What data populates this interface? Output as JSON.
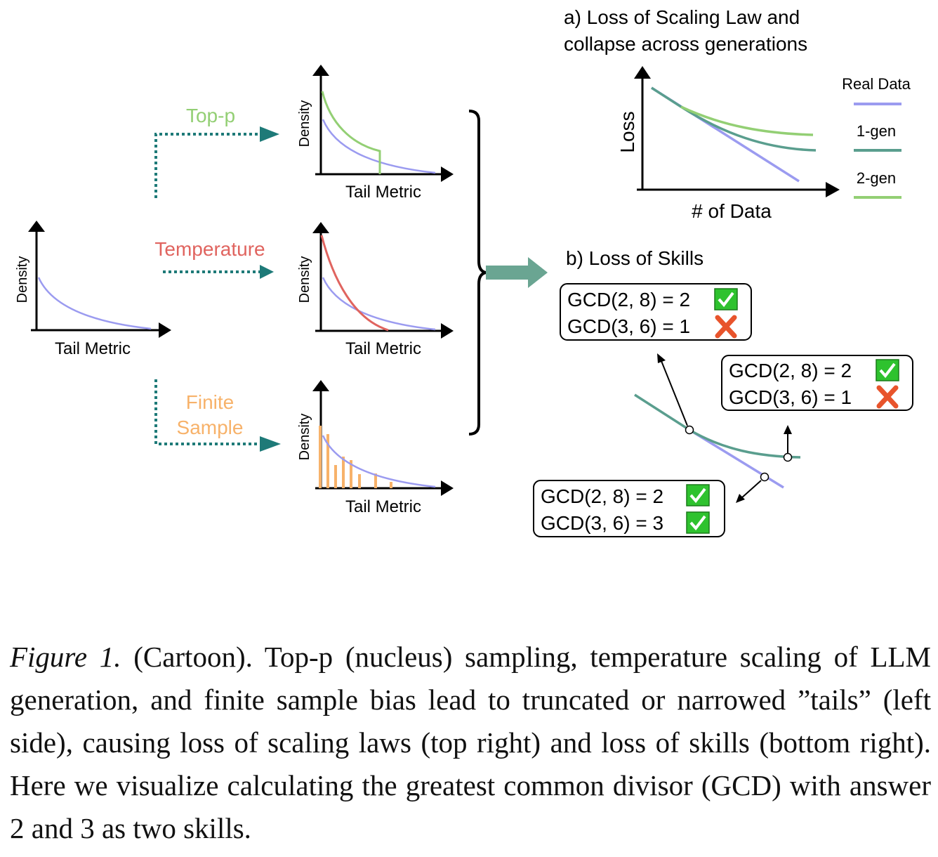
{
  "figure": {
    "colors": {
      "real": "#9b9bf0",
      "gen1": "#5a9e8e",
      "gen2": "#93cf74",
      "top_p": "#93cf74",
      "temperature": "#e0645f",
      "finite": "#f7b26a",
      "arrow_dotted": "#1e7a78",
      "big_arrow": "#6aa592",
      "check_bg": "#2ec22e",
      "cross": "#e8542c"
    },
    "left_panel": {
      "ylabel": "Density",
      "xlabel": "Tail Metric"
    },
    "transforms": {
      "top_p_label": "Top-p",
      "temperature_label": "Temperature",
      "finite_line1": "Finite",
      "finite_line2": "Sample"
    },
    "panels": {
      "top_p": {
        "ylabel": "Density",
        "xlabel": "Tail Metric"
      },
      "temperature": {
        "ylabel": "Density",
        "xlabel": "Tail Metric"
      },
      "finite": {
        "ylabel": "Density",
        "xlabel": "Tail Metric"
      }
    },
    "scaling": {
      "title_line1": "a) Loss of Scaling Law and",
      "title_line2": "collapse across generations",
      "ylabel": "Loss",
      "xlabel": "# of Data",
      "legend": [
        "Real Data",
        "1-gen",
        "2-gen"
      ]
    },
    "skills": {
      "title": "b) Loss of Skills",
      "box1": [
        "GCD(2, 8) = 2",
        "GCD(3, 6) = 1"
      ],
      "box2": [
        "GCD(2, 8) = 2",
        "GCD(3, 6) = 1"
      ],
      "box3": [
        "GCD(2, 8) = 2",
        "GCD(3, 6) = 3"
      ],
      "box1_marks": [
        "check-icon",
        "cross-icon"
      ],
      "box2_marks": [
        "check-icon",
        "cross-icon"
      ],
      "box3_marks": [
        "check-icon",
        "check-icon"
      ]
    }
  },
  "caption": {
    "lead": "Figure 1.",
    "text": " (Cartoon). Top-p (nucleus) sampling, temperature scaling of LLM generation, and finite sample bias lead to truncated or narrowed ”tails” (left side), causing loss of scaling laws (top right) and loss of skills (bottom right). Here we visualize calculating the greatest common divisor (GCD) with answer 2 and 3 as two skills."
  }
}
